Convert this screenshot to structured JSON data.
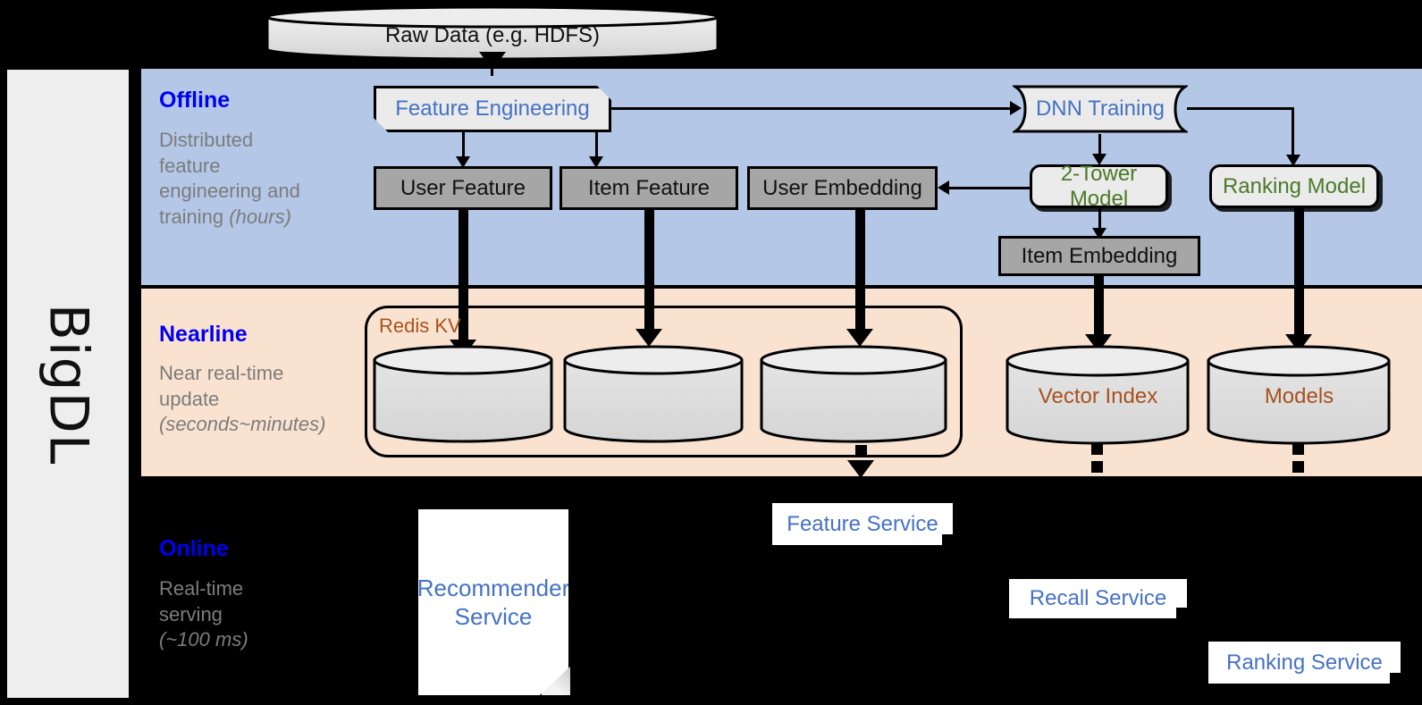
{
  "framework": {
    "name": "BigDL"
  },
  "bands": [
    {
      "key": "offline",
      "title": "Offline",
      "subtitle_line1": "Distributed",
      "subtitle_line2": "feature",
      "subtitle_line3": "engineering and",
      "subtitle_line4": "training ",
      "subtitle_italic": "(hours)",
      "color": "#b4c7e7"
    },
    {
      "key": "nearline",
      "title": "Nearline",
      "subtitle_line1": "Near real-time",
      "subtitle_line2": "update",
      "subtitle_line3": "",
      "subtitle_line4": "",
      "subtitle_italic": "(seconds~minutes)",
      "color": "#fae2d1"
    },
    {
      "key": "online",
      "title": "Online",
      "subtitle_line1": "Real-time",
      "subtitle_line2": "serving",
      "subtitle_line3": "",
      "subtitle_line4": "",
      "subtitle_italic": "(~100 ms)",
      "color": "#000000"
    }
  ],
  "source": {
    "raw_data": "Raw Data (e.g. HDFS)"
  },
  "offline": {
    "feature_engineering": "Feature Engineering",
    "dnn_training": "DNN Training",
    "user_feature": "User Feature",
    "item_feature": "Item Feature",
    "user_embedding": "User Embedding",
    "item_embedding": "Item Embedding",
    "two_tower_model": "2-Tower Model",
    "ranking_model": "Ranking Model"
  },
  "nearline": {
    "redis_kv": "Redis KV",
    "store_user_feature": "",
    "store_item_feature": "",
    "store_user_embedding": "",
    "vector_index": "Vector Index",
    "models": "Models"
  },
  "online": {
    "recommender_service": "Recommender\nService",
    "recommender_service_line1": "Recommender",
    "recommender_service_line2": "Service",
    "feature_service": "Feature Service",
    "recall_service": "Recall Service",
    "ranking_service": "Ranking Service"
  },
  "colors": {
    "offline_band": "#b4c7e7",
    "nearline_band": "#fae2d1",
    "online_band": "#000000",
    "blue_text": "#4472c4",
    "green_text": "#4b7a29",
    "brown_text": "#a8521c",
    "grey_box": "#a6a6a6",
    "proc_box": "#ebebeb",
    "title_blue": "#0000ee",
    "sub_grey": "#7c7c7c"
  }
}
